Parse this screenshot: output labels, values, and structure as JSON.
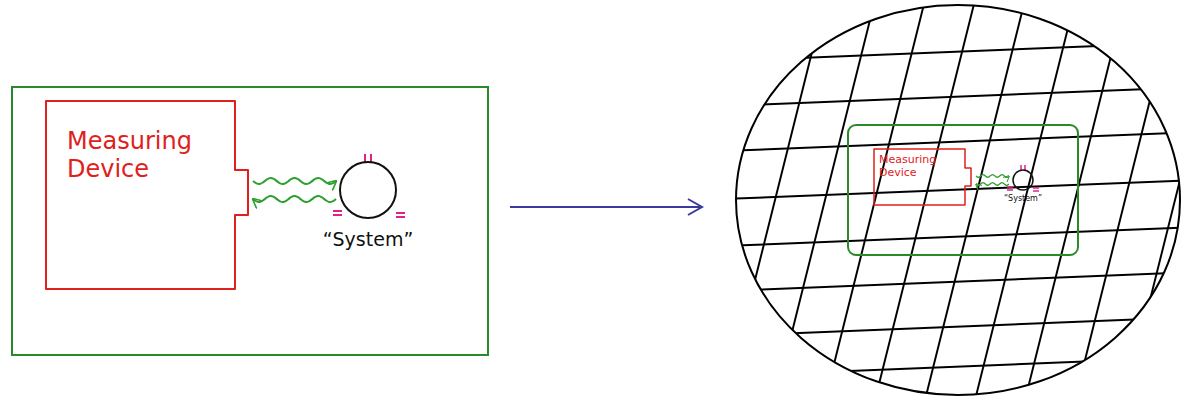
{
  "diagram": {
    "nodes": [
      {
        "text": [
          "Measuring Device"
        ]
      },
      {
        "text": [
          "“System”"
        ]
      },
      {
        "text": [
          "Measuring Device"
        ]
      },
      {
        "text": [
          "“System”"
        ]
      }
    ],
    "edges": [
      {
        "from": 0,
        "to": 1,
        "arrow": "to"
      },
      {
        "from": 1,
        "to": 0,
        "arrow": "to"
      },
      {
        "from": 2,
        "to": 3,
        "arrow": "to"
      },
      {
        "from": 3,
        "to": 2,
        "arrow": "to"
      }
    ]
  }
}
